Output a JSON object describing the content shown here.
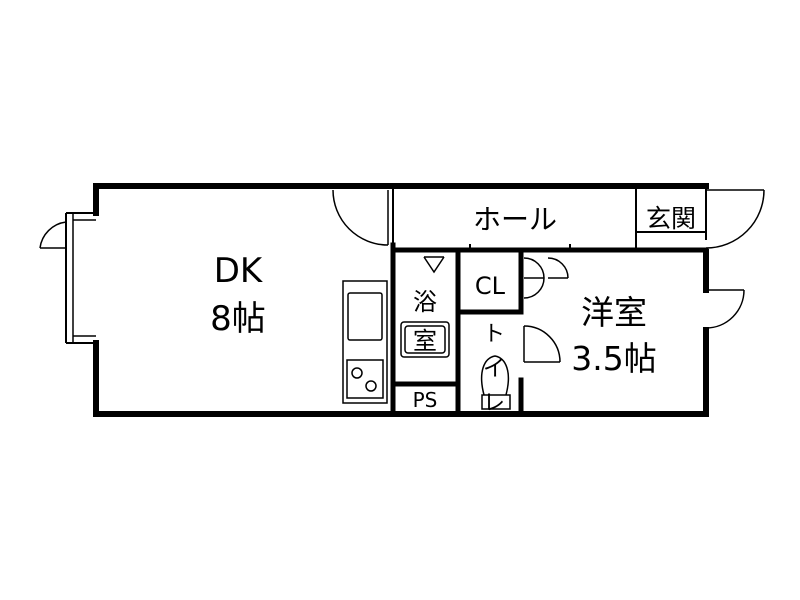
{
  "floorplan": {
    "rooms": {
      "dk": {
        "name": "DK",
        "size": "8帖"
      },
      "hall": {
        "name": "ホール"
      },
      "entrance": {
        "name": "玄関"
      },
      "closet": {
        "name": "CL"
      },
      "bedroom": {
        "name": "洋室",
        "size": "3.5帖"
      },
      "bath": {
        "name_top": "浴",
        "name_bottom": "室"
      },
      "toilet": {
        "name_top": "ト",
        "name_mid": "イ",
        "name_bottom": "レ"
      },
      "ps": {
        "name": "PS"
      }
    }
  },
  "colors": {
    "wall": "#000000",
    "background": "#ffffff"
  }
}
